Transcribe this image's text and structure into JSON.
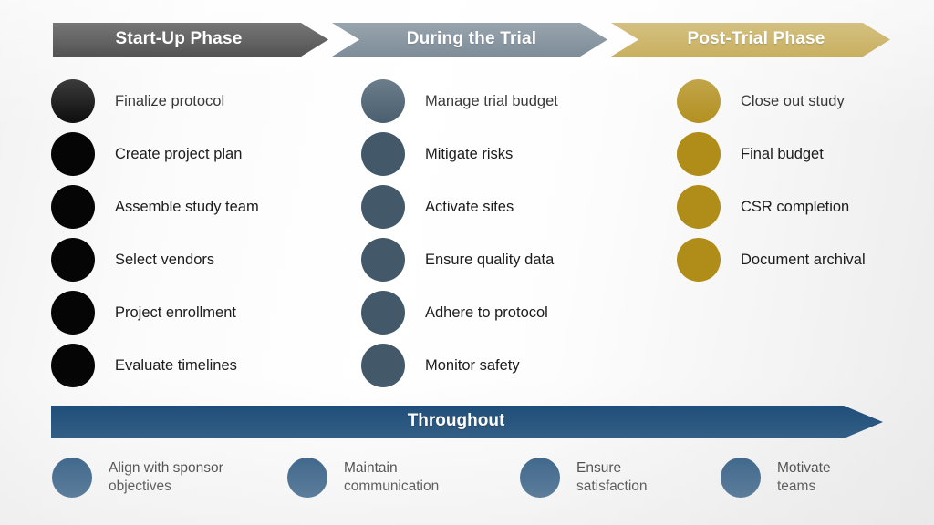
{
  "colors": {
    "phase1": "#050505",
    "phase2": "#43596a",
    "phase3": "#b08c18",
    "throughout": "#0c406f",
    "background": "#f4f4f4",
    "text": "#1c1c1c",
    "header_text": "#ffffff"
  },
  "phases": [
    {
      "id": "start-up",
      "header": "Start-Up Phase",
      "color": "#050505",
      "tasks": [
        "Finalize protocol",
        "Create project plan",
        "Assemble study team",
        "Select vendors",
        "Project enrollment",
        "Evaluate timelines"
      ]
    },
    {
      "id": "during-trial",
      "header": "During the Trial",
      "color": "#43596a",
      "tasks": [
        "Manage trial budget",
        "Mitigate risks",
        "Activate sites",
        "Ensure quality data",
        "Adhere to protocol",
        "Monitor safety"
      ]
    },
    {
      "id": "post-trial",
      "header": "Post-Trial Phase",
      "color": "#b08c18",
      "tasks": [
        "Close out study",
        "Final budget",
        "CSR completion",
        "Document archival"
      ]
    }
  ],
  "throughout": {
    "header": "Throughout",
    "color": "#0c406f",
    "items": [
      "Align with sponsor\nobjectives",
      "Maintain\ncommunication",
      "Ensure\nsatisfaction",
      "Motivate\nteams"
    ]
  }
}
